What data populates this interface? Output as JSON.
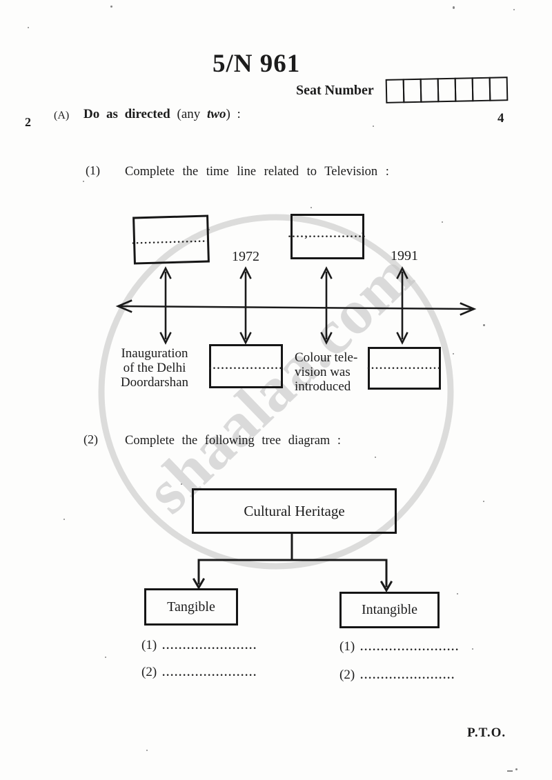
{
  "page": {
    "title": "5/N 961",
    "marks_left": "2",
    "marks_right": "4",
    "pto": "P.T.O."
  },
  "seat": {
    "label": "Seat Number",
    "box_count": 7
  },
  "section": {
    "label": "(A)",
    "directive_bold": "Do as directed",
    "paren_pre": "(any ",
    "two_italic": "two",
    "paren_post": ") :"
  },
  "q1": {
    "number": "(1)",
    "prompt": "Complete the time line related to Television :",
    "years": [
      "1972",
      "1991"
    ],
    "box_dots": {
      "top_left": "...................",
      "top_right": "....,..............",
      "bottom_mid": "..................",
      "bottom_right": ".................."
    },
    "label_left_lines": [
      "Inauguration",
      "of the Delhi",
      "Doordarshan"
    ],
    "label_right_lines": [
      "Colour tele-",
      "vision was",
      "introduced"
    ]
  },
  "q2": {
    "number": "(2)",
    "prompt": "Complete the following tree diagram :",
    "root": "Cultural Heritage",
    "left_child": "Tangible",
    "right_child": "Intangible",
    "blanks": {
      "left": [
        {
          "num": "(1)",
          "dots": "......................."
        },
        {
          "num": "(2)",
          "dots": "......................."
        }
      ],
      "right": [
        {
          "num": "(1)",
          "dots": "........................"
        },
        {
          "num": "(2)",
          "dots": "......................."
        }
      ]
    }
  },
  "watermark": {
    "text": "shaalaa.com"
  },
  "colors": {
    "ink": "#1c1c1c",
    "watermark_gray": "#c9c9c9",
    "circle_gray": "#d0d0d0"
  }
}
